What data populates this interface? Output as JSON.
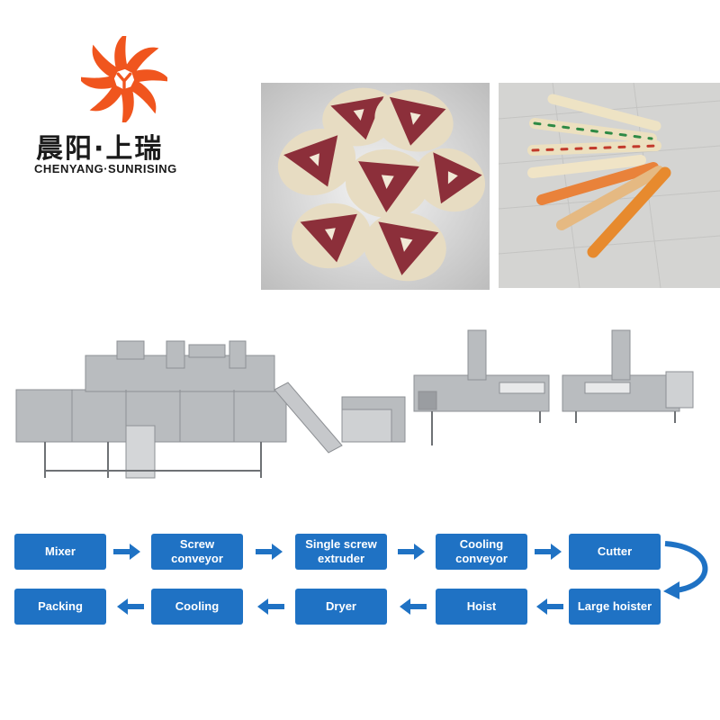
{
  "brand": {
    "name_cn": "晨阳·上瑞",
    "name_en": "CHENYANG·SUNRISING",
    "colors": {
      "logo_orange": "#f0551e",
      "text": "#1a1a1a"
    }
  },
  "images": {
    "product_left": "dog-chew-treats-photo",
    "product_right": "twisted-chew-sticks-photo",
    "machine_line": "pet-food-extrusion-production-line-photo"
  },
  "flow": {
    "row1": [
      "Mixer",
      "Screw conveyor",
      "Single screw extruder",
      "Cooling conveyor",
      "Cutter"
    ],
    "row2": [
      "Packing",
      "Cooling",
      "Dryer",
      "Hoist",
      "Large hoister"
    ],
    "colors": {
      "box": "#1f72c4",
      "text": "#ffffff",
      "arrow": "#1f72c4"
    }
  }
}
